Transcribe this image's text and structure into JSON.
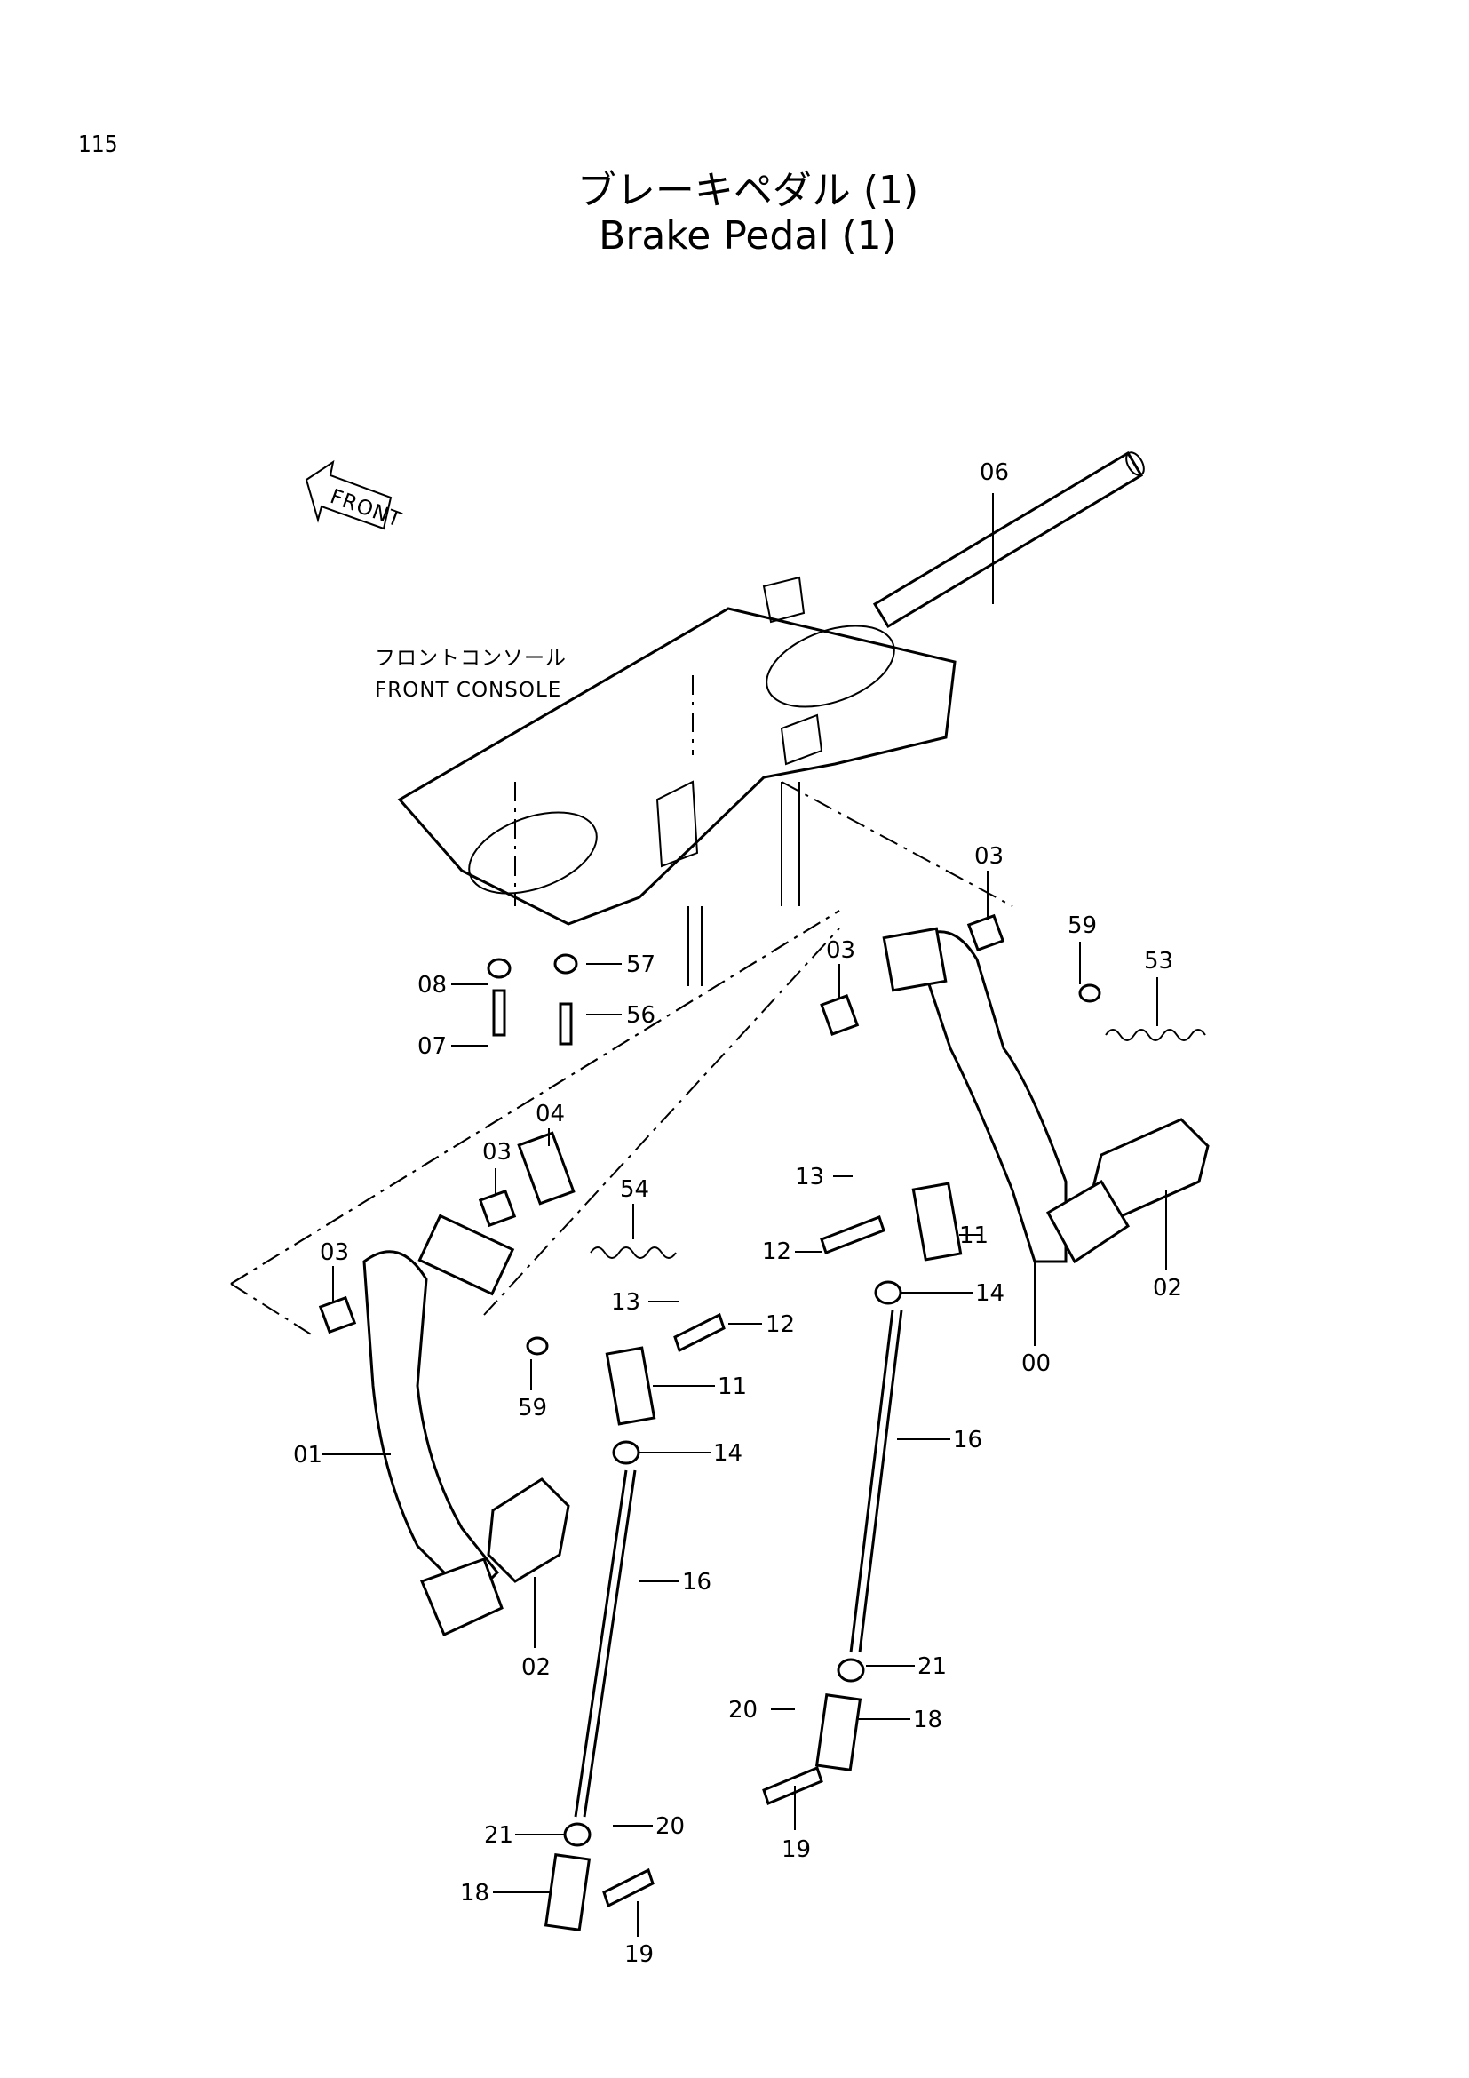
{
  "page_number": "115",
  "title_jp": "ブレーキペダル (1)",
  "title_en": "Brake Pedal (1)",
  "front_arrow_label": "FRONT",
  "console_label_jp": "フロントコンソール",
  "console_label_en": "FRONT CONSOLE",
  "callouts": [
    {
      "id": "c06",
      "text": "06"
    },
    {
      "id": "c03a",
      "text": "03"
    },
    {
      "id": "c59a",
      "text": "59"
    },
    {
      "id": "c53",
      "text": "53"
    },
    {
      "id": "c03b",
      "text": "03"
    },
    {
      "id": "c57",
      "text": "57"
    },
    {
      "id": "c08",
      "text": "08"
    },
    {
      "id": "c56",
      "text": "56"
    },
    {
      "id": "c07",
      "text": "07"
    },
    {
      "id": "c04",
      "text": "04"
    },
    {
      "id": "c03c",
      "text": "03"
    },
    {
      "id": "c54",
      "text": "54"
    },
    {
      "id": "c03d",
      "text": "03"
    },
    {
      "id": "c13a",
      "text": "13"
    },
    {
      "id": "c11a",
      "text": "11"
    },
    {
      "id": "c12a",
      "text": "12"
    },
    {
      "id": "c14a",
      "text": "14"
    },
    {
      "id": "c02a",
      "text": "02"
    },
    {
      "id": "c00",
      "text": "00"
    },
    {
      "id": "c13b",
      "text": "13"
    },
    {
      "id": "c12b",
      "text": "12"
    },
    {
      "id": "c59b",
      "text": "59"
    },
    {
      "id": "c11b",
      "text": "11"
    },
    {
      "id": "c01",
      "text": "01"
    },
    {
      "id": "c14b",
      "text": "14"
    },
    {
      "id": "c16a",
      "text": "16"
    },
    {
      "id": "c16b",
      "text": "16"
    },
    {
      "id": "c02b",
      "text": "02"
    },
    {
      "id": "c21a",
      "text": "21"
    },
    {
      "id": "c20a",
      "text": "20"
    },
    {
      "id": "c18a",
      "text": "18"
    },
    {
      "id": "c19a",
      "text": "19"
    },
    {
      "id": "c21b",
      "text": "21"
    },
    {
      "id": "c20b",
      "text": "20"
    },
    {
      "id": "c18b",
      "text": "18"
    },
    {
      "id": "c19b",
      "text": "19"
    }
  ]
}
